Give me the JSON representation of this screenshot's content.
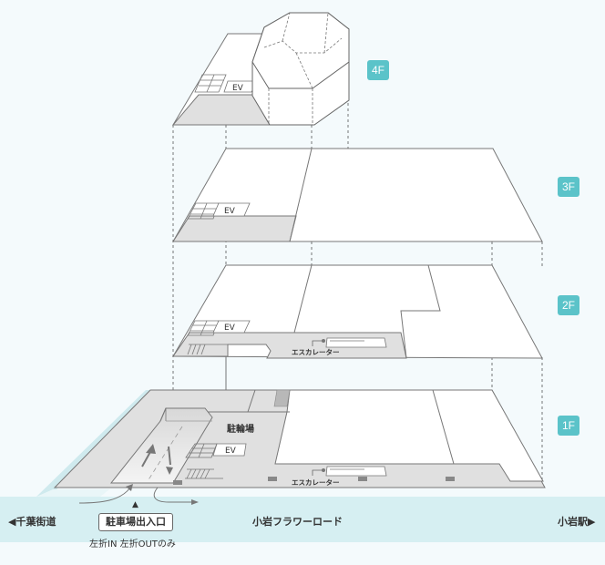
{
  "floors": [
    {
      "id": "4F",
      "label": "4F",
      "ev_label": "EV"
    },
    {
      "id": "3F",
      "label": "3F",
      "ev_label": "EV"
    },
    {
      "id": "2F",
      "label": "2F",
      "ev_label": "EV",
      "escalator_label": "エスカレーター"
    },
    {
      "id": "1F",
      "label": "1F",
      "ev_label": "EV",
      "escalator_label": "エスカレーター",
      "bicycle_parking_label": "駐輪場"
    }
  ],
  "roads": {
    "left": "◀千葉街道",
    "center": "小岩フラワーロード",
    "right": "小岩駅▶"
  },
  "entrance": {
    "marker": "▲",
    "label": "駐車場出入口",
    "note": "左折IN 左折OUTのみ"
  },
  "colors": {
    "badge": "#5bc3c9",
    "road": "#d6eff2",
    "floor_fill": "#ffffff",
    "common_area": "#e0e0e0",
    "outline": "#777777",
    "background": "#f4fafc"
  }
}
